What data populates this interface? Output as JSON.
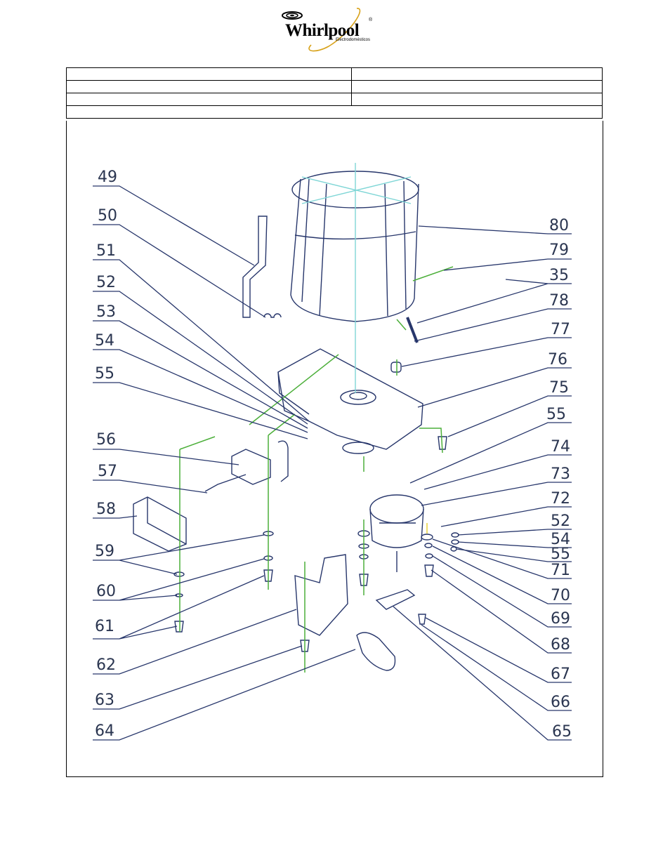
{
  "brand": {
    "name": "Whirlpool",
    "registered": "®",
    "subtitle": "Electrodomésticos"
  },
  "colors": {
    "line": "#27366b",
    "accent_green": "#4caf3a",
    "axis_teal": "#7fd6d6",
    "logo_swoosh": "#d8a21a"
  },
  "diagram": {
    "part_labels_left": [
      "49",
      "50",
      "51",
      "52",
      "53",
      "54",
      "55",
      "56",
      "57",
      "58",
      "59",
      "60",
      "61",
      "62",
      "63",
      "64"
    ],
    "part_labels_right": [
      "80",
      "79",
      "35",
      "78",
      "77",
      "76",
      "75",
      "55",
      "74",
      "73",
      "72",
      "52",
      "54",
      "55",
      "71",
      "70",
      "69",
      "68",
      "67",
      "66",
      "65"
    ]
  }
}
